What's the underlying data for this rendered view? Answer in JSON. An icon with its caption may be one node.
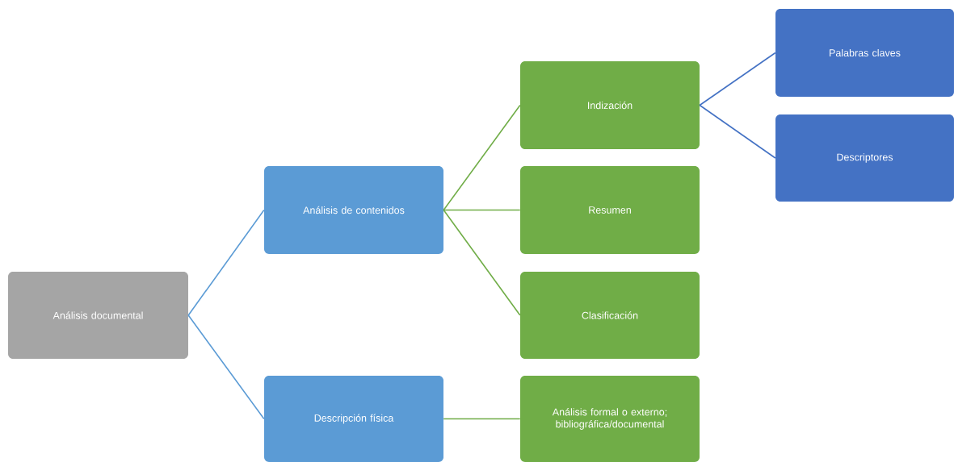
{
  "diagram": {
    "nodes": [
      {
        "text": [
          "Análisis documental"
        ]
      },
      {
        "text": [
          "Análisis de contenidos"
        ]
      },
      {
        "text": [
          "Indización"
        ]
      },
      {
        "text": [
          "Palabras claves"
        ]
      },
      {
        "text": [
          "Descriptores"
        ]
      },
      {
        "text": [
          "Resumen"
        ]
      },
      {
        "text": [
          "Clasificación"
        ]
      },
      {
        "text": [
          "Descripción física"
        ]
      },
      {
        "text": [
          "Análisis formal o externo; bibliográfica/documental"
        ]
      }
    ],
    "edges": [
      {
        "from": 0,
        "to": 1,
        "arrow": "none",
        "color": "#5b9bd5"
      },
      {
        "from": 0,
        "to": 7,
        "arrow": "none",
        "color": "#5b9bd5"
      },
      {
        "from": 1,
        "to": 2,
        "arrow": "none"
      },
      {
        "from": 1,
        "to": 5,
        "arrow": "none"
      },
      {
        "from": 1,
        "to": 6,
        "arrow": "none"
      },
      {
        "from": 2,
        "to": 3,
        "arrow": "none",
        "color": "#4472c4"
      },
      {
        "from": 2,
        "to": 4,
        "arrow": "none",
        "color": "#4472c4"
      },
      {
        "from": 7,
        "to": 8,
        "arrow": "none"
      }
    ]
  }
}
